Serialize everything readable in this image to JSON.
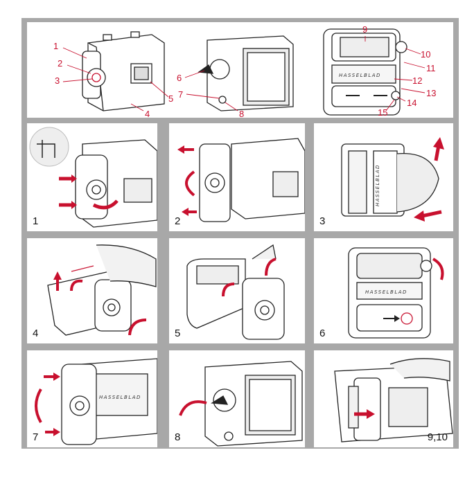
{
  "colors": {
    "accent": "#c8102e",
    "ink": "#222222",
    "paper": "#ffffff",
    "frame": "#a8a8a8"
  },
  "brand": "HASSELBLAD",
  "overview": {
    "callouts": [
      "1",
      "2",
      "3",
      "4",
      "5",
      "6",
      "7",
      "8",
      "9",
      "10",
      "11",
      "12",
      "13",
      "14",
      "15"
    ]
  },
  "steps": [
    "1",
    "2",
    "3",
    "4",
    "5",
    "6",
    "7",
    "8",
    "9,10"
  ]
}
